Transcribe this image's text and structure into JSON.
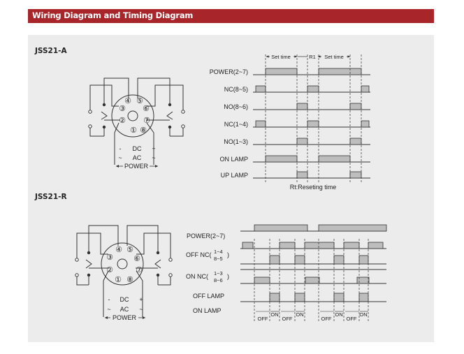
{
  "header": {
    "title": "Wiring Diagram and Timing Diagram"
  },
  "colors": {
    "header_bg": "#a8252a",
    "panel_bg": "#ececec",
    "pulse_fill": "#bdbdbd",
    "line": "#333333"
  },
  "jss21a": {
    "label": "JSS21-A",
    "pins": {
      "p1": "①",
      "p2": "②",
      "p3": "③",
      "p4": "④",
      "p5": "⑤",
      "p6": "⑥",
      "p7": "⑦",
      "p8": "⑧"
    },
    "power_labels": {
      "minus": "-",
      "dc": "DC",
      "plus": "+",
      "tilde_left": "~",
      "ac": "AC",
      "tilde_right": "~",
      "power": "POWER"
    },
    "timing": {
      "set_time": "Set time",
      "r1": "R1",
      "set_time_2": "Set time",
      "rows": [
        "POWER(2~7)",
        "NC(8~5)",
        "NO(8~6)",
        "NC(1~4)",
        "NO(1~3)",
        "ON LAMP",
        "UP LAMP"
      ],
      "footnote": "Rt:Reseting time"
    }
  },
  "jss21r": {
    "label": "JSS21-R",
    "pins": {
      "p1": "①",
      "p2": "②",
      "p3": "③",
      "p4": "④",
      "p5": "⑤",
      "p6": "⑥",
      "p7": "⑦",
      "p8": "⑧"
    },
    "power_labels": {
      "minus": "-",
      "dc": "DC",
      "plus": "+",
      "tilde_left": "~",
      "ac": "AC",
      "tilde_right": "~",
      "power": "POWER"
    },
    "timing": {
      "power_row": "POWER(2~7)",
      "off_nc_prefix": "OFF NC(",
      "off_nc_top": "1~4",
      "off_nc_bottom": "8~5",
      "on_nc_prefix": "ON NC(",
      "on_nc_top": "1~3",
      "on_nc_bottom": "8~6",
      "close_paren": ")",
      "off_lamp": "OFF LAMP",
      "on_lamp": "ON LAMP",
      "off_label": "OFF",
      "on_label": "ON"
    }
  }
}
